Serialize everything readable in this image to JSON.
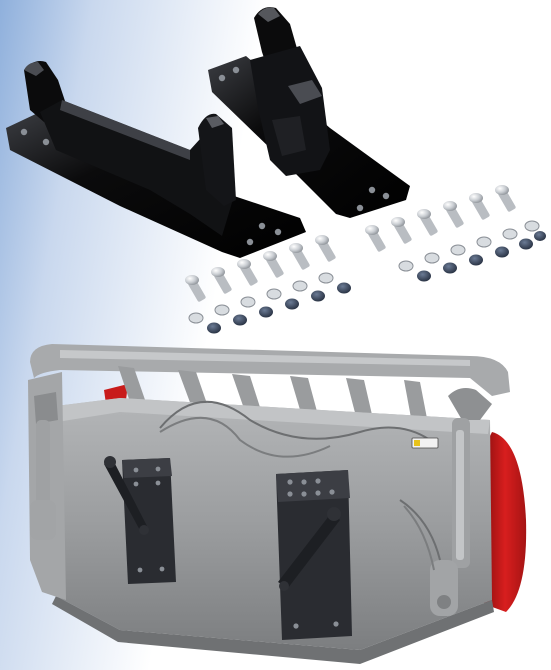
{
  "colors": {
    "background_left": "#8fb0dc",
    "background_right": "#ffffff",
    "bracket_black": "#0b0b0c",
    "bracket_highlight": "#4a4c52",
    "steel_bolt": "#c9cdd2",
    "bucket_grey": "#9b9d9f",
    "bucket_dark": "#6f7173",
    "mount_plate": "#2a2c31",
    "accent_red": "#d81e1e"
  },
  "scene": {
    "brackets": [
      {
        "name": "left-mounting-bracket",
        "icon": "mounting-bracket-icon"
      },
      {
        "name": "right-mounting-bracket",
        "icon": "mounting-bracket-icon"
      }
    ],
    "hardware_sets": [
      {
        "name": "hardware-set-left",
        "bolts": 6,
        "nuts": 6,
        "washers": 6
      },
      {
        "name": "hardware-set-right",
        "bolts": 6,
        "nuts": 6,
        "washers": 6
      }
    ],
    "bucket": {
      "name": "grapple-bucket",
      "mount_plates": 2
    }
  }
}
